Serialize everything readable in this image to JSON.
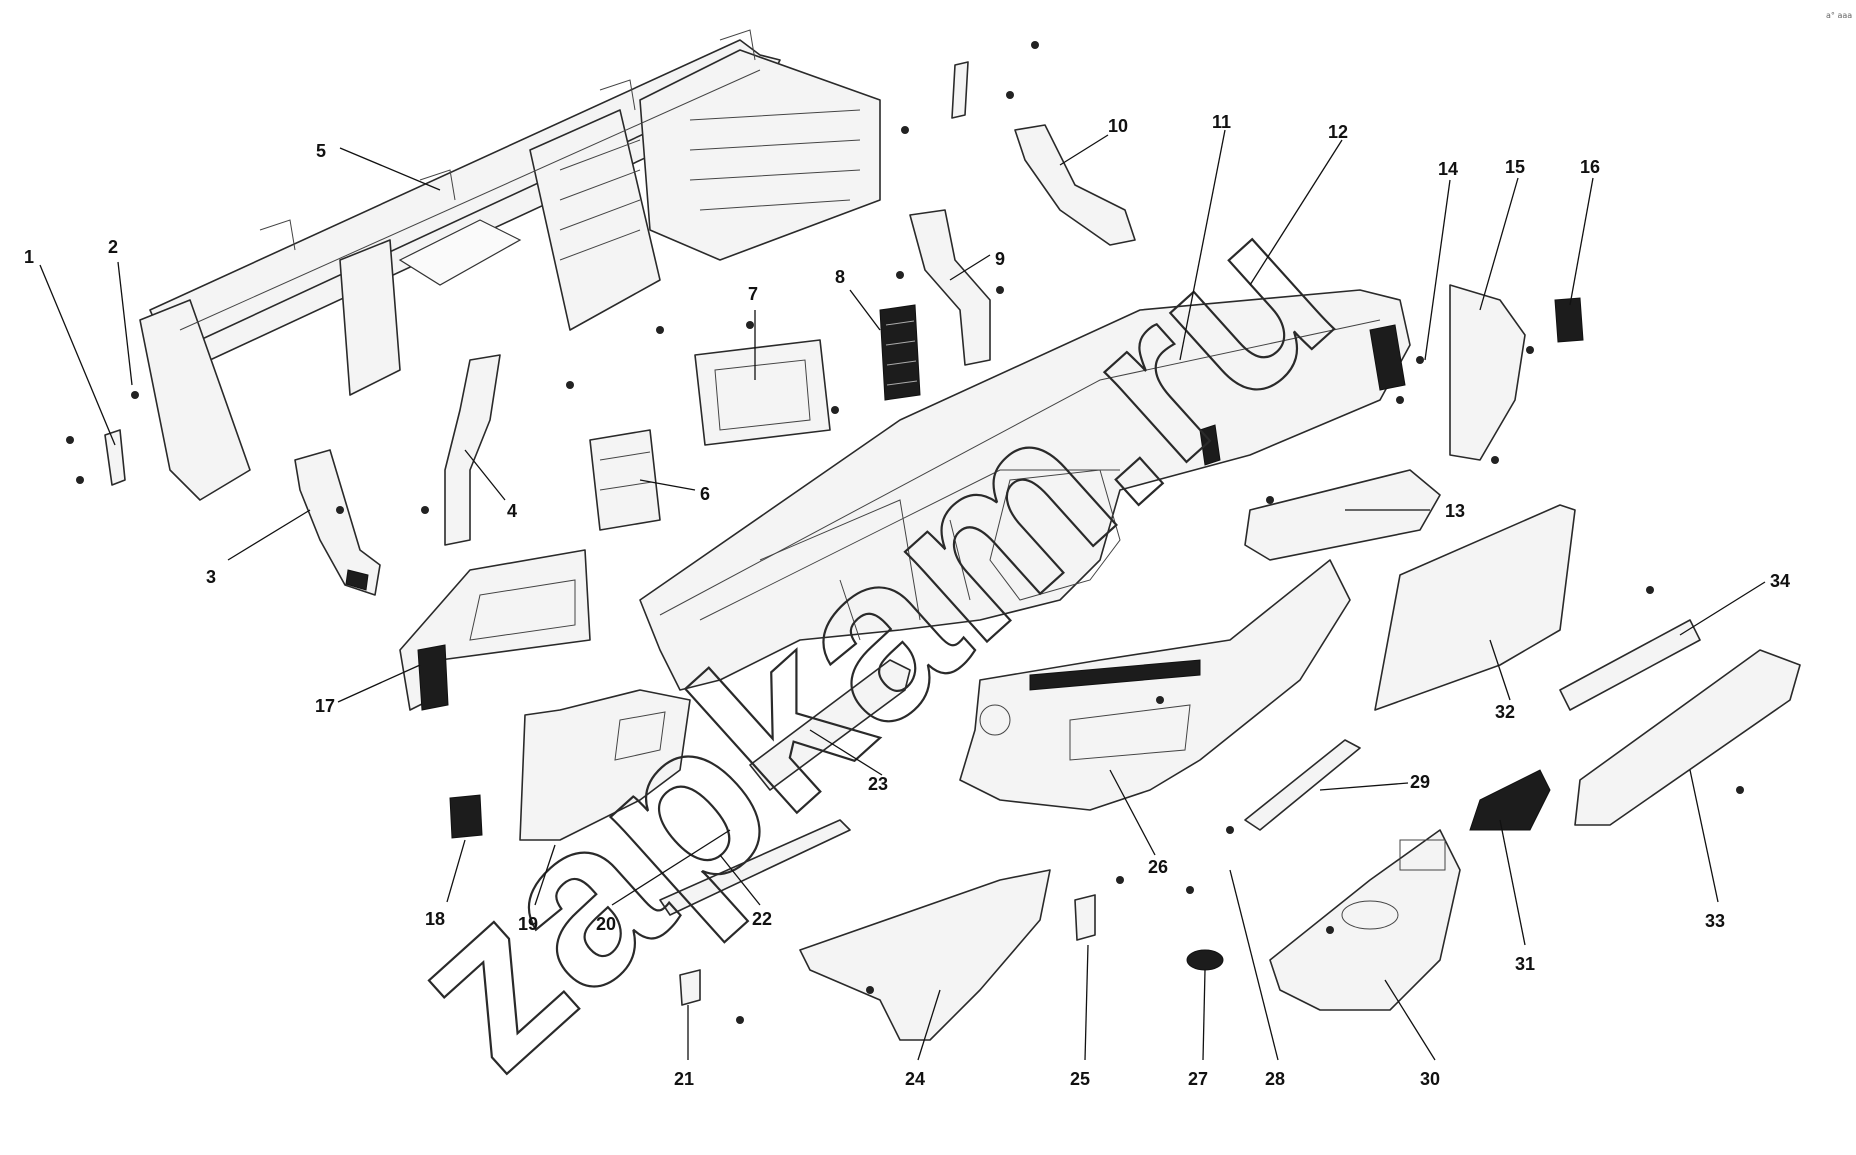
{
  "diagram": {
    "watermark": "zapkam.ru",
    "corner_mark": "a° aaa",
    "callouts": [
      "1",
      "2",
      "3",
      "4",
      "5",
      "6",
      "7",
      "8",
      "9",
      "10",
      "11",
      "12",
      "13",
      "14",
      "15",
      "16",
      "17",
      "18",
      "19",
      "20",
      "21",
      "22",
      "23",
      "24",
      "25",
      "26",
      "27",
      "28",
      "29",
      "30",
      "31",
      "32",
      "33",
      "34"
    ]
  }
}
